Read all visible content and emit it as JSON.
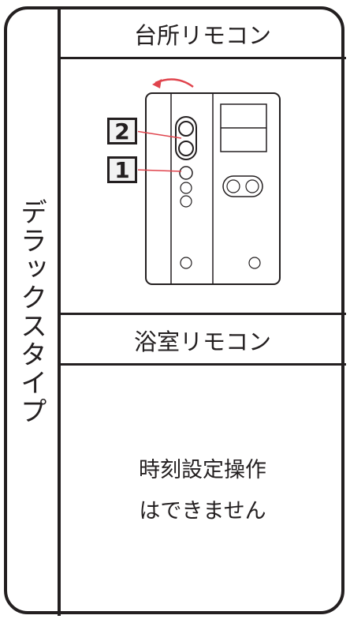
{
  "side_label": "デラックスタイプ",
  "kitchen": {
    "title": "台所リモコン"
  },
  "bath": {
    "title": "浴室リモコン",
    "message_line1": "時刻設定操作",
    "message_line2": "はできません"
  },
  "callouts": {
    "one": "1",
    "two": "2"
  },
  "colors": {
    "line": "#231f20",
    "callout_line": "#e0444d",
    "arrow": "#e0444d"
  }
}
